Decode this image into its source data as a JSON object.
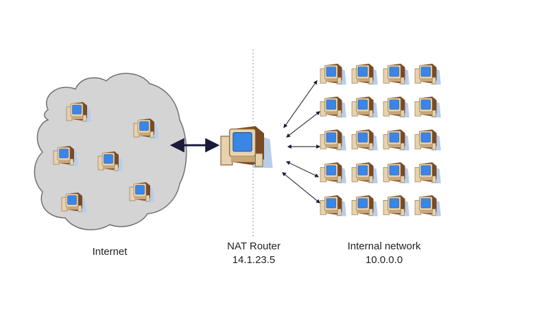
{
  "diagram": {
    "internet": {
      "label": "Internet",
      "host_count": 6
    },
    "router": {
      "label": "NAT Router",
      "ip": "14.1.23.5"
    },
    "internal": {
      "label": "Internal network",
      "ip": "10.0.0.0",
      "rows": 5,
      "cols": 4
    },
    "icons": {
      "computer": "computer-icon",
      "cloud": "cloud-shape",
      "arrow": "double-arrow"
    },
    "colors": {
      "cloud_fill": "#d4d4d4",
      "cloud_stroke": "#6f6f6f",
      "screen": "#3a86e6",
      "case_light": "#e6d2ae",
      "case_dark": "#7a4a22",
      "shadow": "#b8cde8",
      "arrow": "#1a1a3a",
      "divider": "#8a8a8a"
    }
  }
}
